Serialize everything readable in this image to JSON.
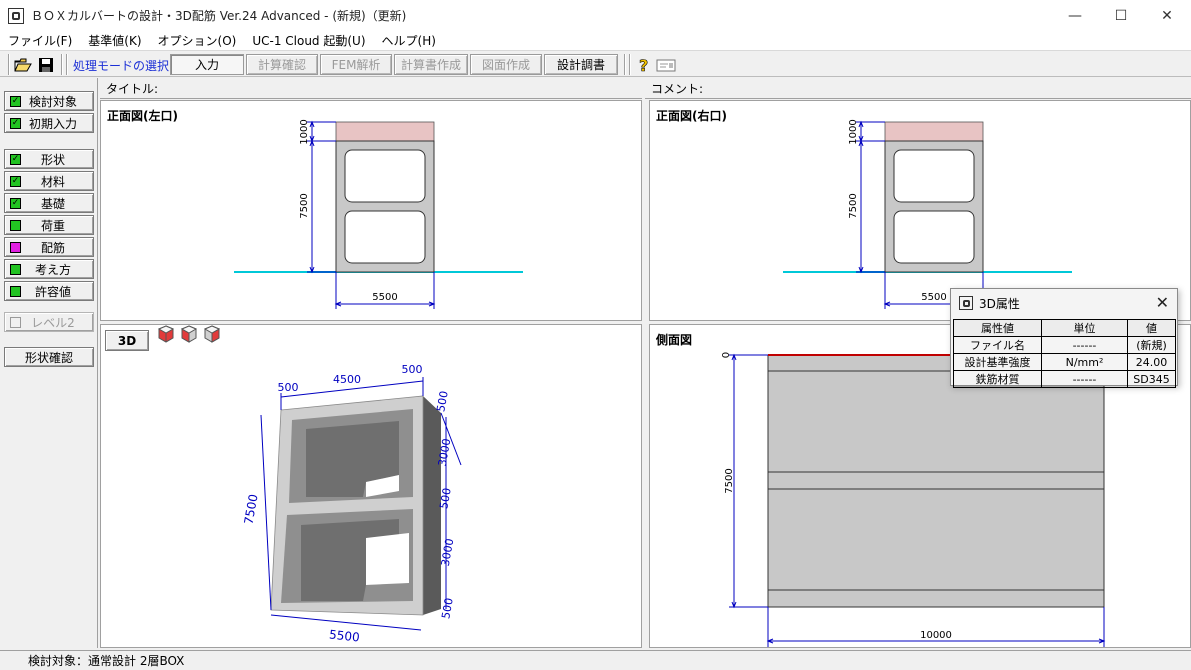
{
  "window": {
    "title": "ＢＯＸカルバートの設計・3D配筋 Ver.24 Advanced - (新規)（更新)",
    "minimize_glyph": "—",
    "maximize_glyph": "☐",
    "close_glyph": "✕"
  },
  "menu": [
    {
      "label": "ファイル(F)"
    },
    {
      "label": "基準値(K)"
    },
    {
      "label": "オプション(O)"
    },
    {
      "label": "UC-1 Cloud 起動(U)"
    },
    {
      "label": "ヘルプ(H)"
    }
  ],
  "toolbar": {
    "mode_label": "処理モードの選択",
    "modes": [
      {
        "label": "入力",
        "state": "pressed"
      },
      {
        "label": "計算確認",
        "state": "disabled"
      },
      {
        "label": "FEM解析",
        "state": "disabled"
      },
      {
        "label": "計算書作成",
        "state": "disabled"
      },
      {
        "label": "図面作成",
        "state": "disabled"
      },
      {
        "label": "設計調書",
        "state": "enabled"
      }
    ],
    "icons": [
      "open-folder-icon",
      "save-icon",
      "help-icon",
      "message-icon"
    ]
  },
  "nav": {
    "items": [
      {
        "label": "検討対象",
        "check": "✓",
        "color": "#22c322"
      },
      {
        "label": "初期入力",
        "check": "✓",
        "color": "#22c322"
      },
      {
        "label": "形状",
        "check": "✓",
        "color": "#22c322"
      },
      {
        "label": "材料",
        "check": "✓",
        "color": "#22c322"
      },
      {
        "label": "基礎",
        "check": "✓",
        "color": "#22c322"
      },
      {
        "label": "荷重",
        "check": "",
        "color": "#22c322"
      },
      {
        "label": "配筋",
        "check": "",
        "color": "#e020e0"
      },
      {
        "label": "考え方",
        "check": "",
        "color": "#22c322"
      },
      {
        "label": "許容値",
        "check": "",
        "color": "#22c322"
      }
    ],
    "level2": {
      "label": "レベル2"
    },
    "shape_check": {
      "label": "形状確認"
    }
  },
  "headers": {
    "title_label": "タイトル:",
    "comment_label": "コメント:"
  },
  "views": {
    "front_left": {
      "title": "正面図(左口)",
      "dims": {
        "top": "1000",
        "height": "7500",
        "width": "5500"
      }
    },
    "front_right": {
      "title": "正面図(右口)",
      "dims": {
        "top": "1000",
        "height": "7500",
        "width": "5500"
      }
    },
    "view3d": {
      "button": "3D",
      "dims": {
        "top_left": "500",
        "top_mid": "4500",
        "top_right": "500",
        "right_a": "500",
        "right_b": "3000",
        "right_c": "500",
        "right_d": "3000",
        "right_e": "500",
        "left": "7500",
        "bottom": "5500"
      }
    },
    "side": {
      "title": "側面図",
      "dims": {
        "zero": "0",
        "height": "7500",
        "length": "10000"
      }
    }
  },
  "attr_window": {
    "title": "3D属性",
    "close_glyph": "✕",
    "headers": [
      "属性値",
      "単位",
      "値"
    ],
    "rows": [
      [
        "ファイル名",
        "------",
        "(新規)"
      ],
      [
        "設計基準強度",
        "N/mm²",
        "24.00"
      ],
      [
        "鉄筋材質",
        "------",
        "SD345"
      ]
    ]
  },
  "status": {
    "text": "検討対象：通常設計 2層BOX"
  },
  "colors": {
    "ground_line": "#00c8d8",
    "dim_line": "#0000c0",
    "box_fill": "#c8c8c8",
    "soil_fill": "#e8c4c4",
    "mode_label": "#1b2fd6"
  }
}
